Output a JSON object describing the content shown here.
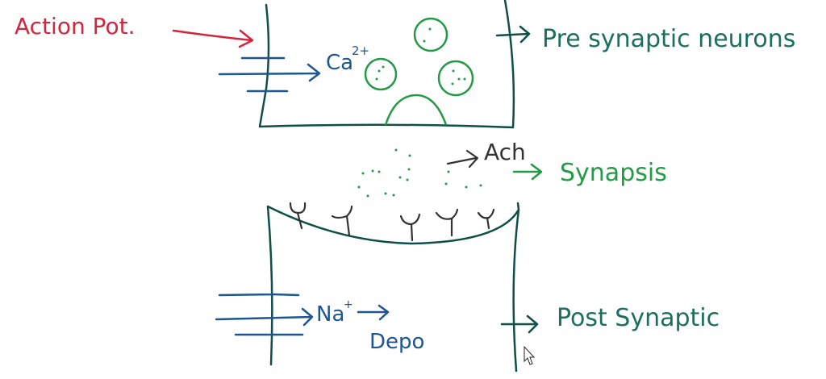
{
  "colors": {
    "red": "#d3263c",
    "blue": "#1f5590",
    "green": "#239a45",
    "teal": "#0e4f48",
    "label_teal": "#1c6f5e",
    "dark": "#333333"
  },
  "labels": {
    "action_potential": "Action Pot.",
    "calcium": "Ca",
    "calcium_charge": "2+",
    "pre_synaptic": "Pre synaptic neurons",
    "ach": "Ach",
    "synapsis": "Synapsis",
    "sodium": "Na",
    "sodium_charge": "+",
    "depolarization": "Depo",
    "post_synaptic": "Post Synaptic"
  }
}
